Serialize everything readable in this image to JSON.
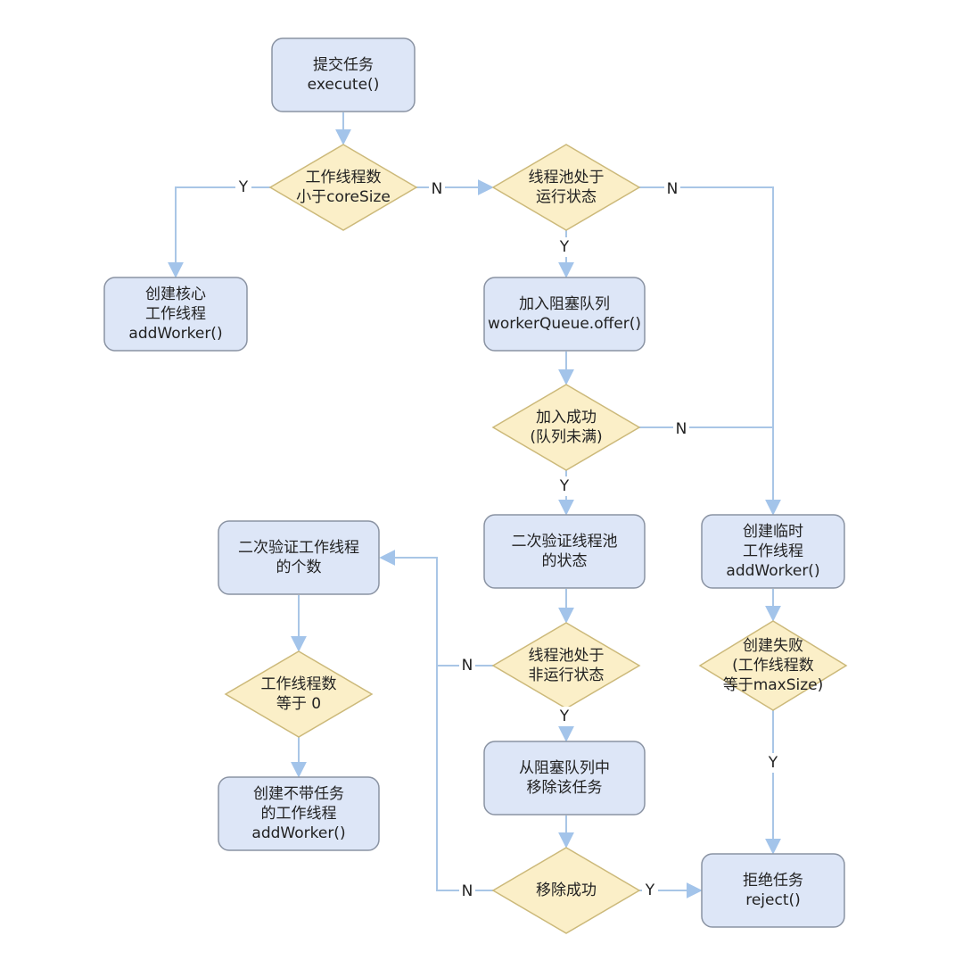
{
  "colors": {
    "process_fill": "#dde6f7",
    "process_stroke": "#8a93a3",
    "decision_fill": "#fbefc8",
    "decision_stroke": "#ccb97a",
    "edge": "#a9c6e6",
    "arrow": "#a3c4ea",
    "text": "#222222"
  },
  "nodes": [
    {
      "id": "submit",
      "type": "process",
      "lines": [
        "提交任务",
        "execute()"
      ]
    },
    {
      "id": "lt_core",
      "type": "decision",
      "lines": [
        "工作线程数",
        "小于coreSize"
      ]
    },
    {
      "id": "running1",
      "type": "decision",
      "lines": [
        "线程池处于",
        "运行状态"
      ]
    },
    {
      "id": "core_worker",
      "type": "process",
      "lines": [
        "创建核心",
        "工作线程",
        "addWorker()"
      ]
    },
    {
      "id": "offer",
      "type": "process",
      "lines": [
        "加入阻塞队列",
        "workerQueue.offer()"
      ]
    },
    {
      "id": "offer_ok",
      "type": "decision",
      "lines": [
        "加入成功",
        "(队列未满)"
      ]
    },
    {
      "id": "recheck_pool",
      "type": "process",
      "lines": [
        "二次验证线程池",
        "的状态"
      ]
    },
    {
      "id": "temp_worker",
      "type": "process",
      "lines": [
        "创建临时",
        "工作线程",
        "addWorker()"
      ]
    },
    {
      "id": "recheck_count",
      "type": "process",
      "lines": [
        "二次验证工作线程",
        "的个数"
      ]
    },
    {
      "id": "not_running",
      "type": "decision",
      "lines": [
        "线程池处于",
        "非运行状态"
      ]
    },
    {
      "id": "create_fail",
      "type": "decision",
      "lines": [
        "创建失败",
        "(工作线程数",
        "等于maxSize)"
      ]
    },
    {
      "id": "eq_zero",
      "type": "decision",
      "lines": [
        "工作线程数",
        "等于 0"
      ]
    },
    {
      "id": "remove",
      "type": "process",
      "lines": [
        "从阻塞队列中",
        "移除该任务"
      ]
    },
    {
      "id": "empty_worker",
      "type": "process",
      "lines": [
        "创建不带任务",
        "的工作线程",
        "addWorker()"
      ]
    },
    {
      "id": "remove_ok",
      "type": "decision",
      "lines": [
        "移除成功"
      ]
    },
    {
      "id": "reject",
      "type": "process",
      "lines": [
        "拒绝任务",
        "reject()"
      ]
    }
  ],
  "edges": [
    {
      "from": "submit",
      "to": "lt_core",
      "label": ""
    },
    {
      "from": "lt_core",
      "to": "core_worker",
      "label": "Y"
    },
    {
      "from": "lt_core",
      "to": "running1",
      "label": "N"
    },
    {
      "from": "running1",
      "to": "offer",
      "label": "Y"
    },
    {
      "from": "running1",
      "to": "temp_worker",
      "label": "N"
    },
    {
      "from": "offer",
      "to": "offer_ok",
      "label": ""
    },
    {
      "from": "offer_ok",
      "to": "recheck_pool",
      "label": "Y"
    },
    {
      "from": "offer_ok",
      "to": "temp_worker",
      "label": "N"
    },
    {
      "from": "recheck_pool",
      "to": "not_running",
      "label": ""
    },
    {
      "from": "not_running",
      "to": "remove",
      "label": "Y"
    },
    {
      "from": "not_running",
      "to": "recheck_count",
      "label": "N"
    },
    {
      "from": "remove",
      "to": "remove_ok",
      "label": ""
    },
    {
      "from": "remove_ok",
      "to": "reject",
      "label": "Y"
    },
    {
      "from": "remove_ok",
      "to": "recheck_count",
      "label": "N"
    },
    {
      "from": "temp_worker",
      "to": "create_fail",
      "label": ""
    },
    {
      "from": "create_fail",
      "to": "reject",
      "label": "Y"
    },
    {
      "from": "recheck_count",
      "to": "eq_zero",
      "label": ""
    },
    {
      "from": "eq_zero",
      "to": "empty_worker",
      "label": ""
    }
  ]
}
